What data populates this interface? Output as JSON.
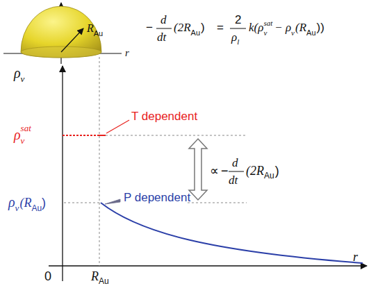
{
  "diagram": {
    "labels": [
      "R",
      "Au",
      "r",
      "−",
      "d",
      "dt",
      "(2R",
      "Au",
      ")",
      "=",
      "2",
      "ρ",
      "l",
      "k(ρ",
      "v",
      "sat",
      "− ρ",
      "v",
      "(R",
      "Au",
      "))",
      "ρ",
      "v",
      "ρ",
      "v",
      "sat",
      "ρ",
      "v",
      "(R",
      "Au",
      ")",
      "0",
      "R",
      "Au",
      "r",
      "T dependent",
      "P dependent",
      "∝",
      "−",
      "d",
      "dt",
      "(2R",
      "Au",
      ")"
    ]
  }
}
